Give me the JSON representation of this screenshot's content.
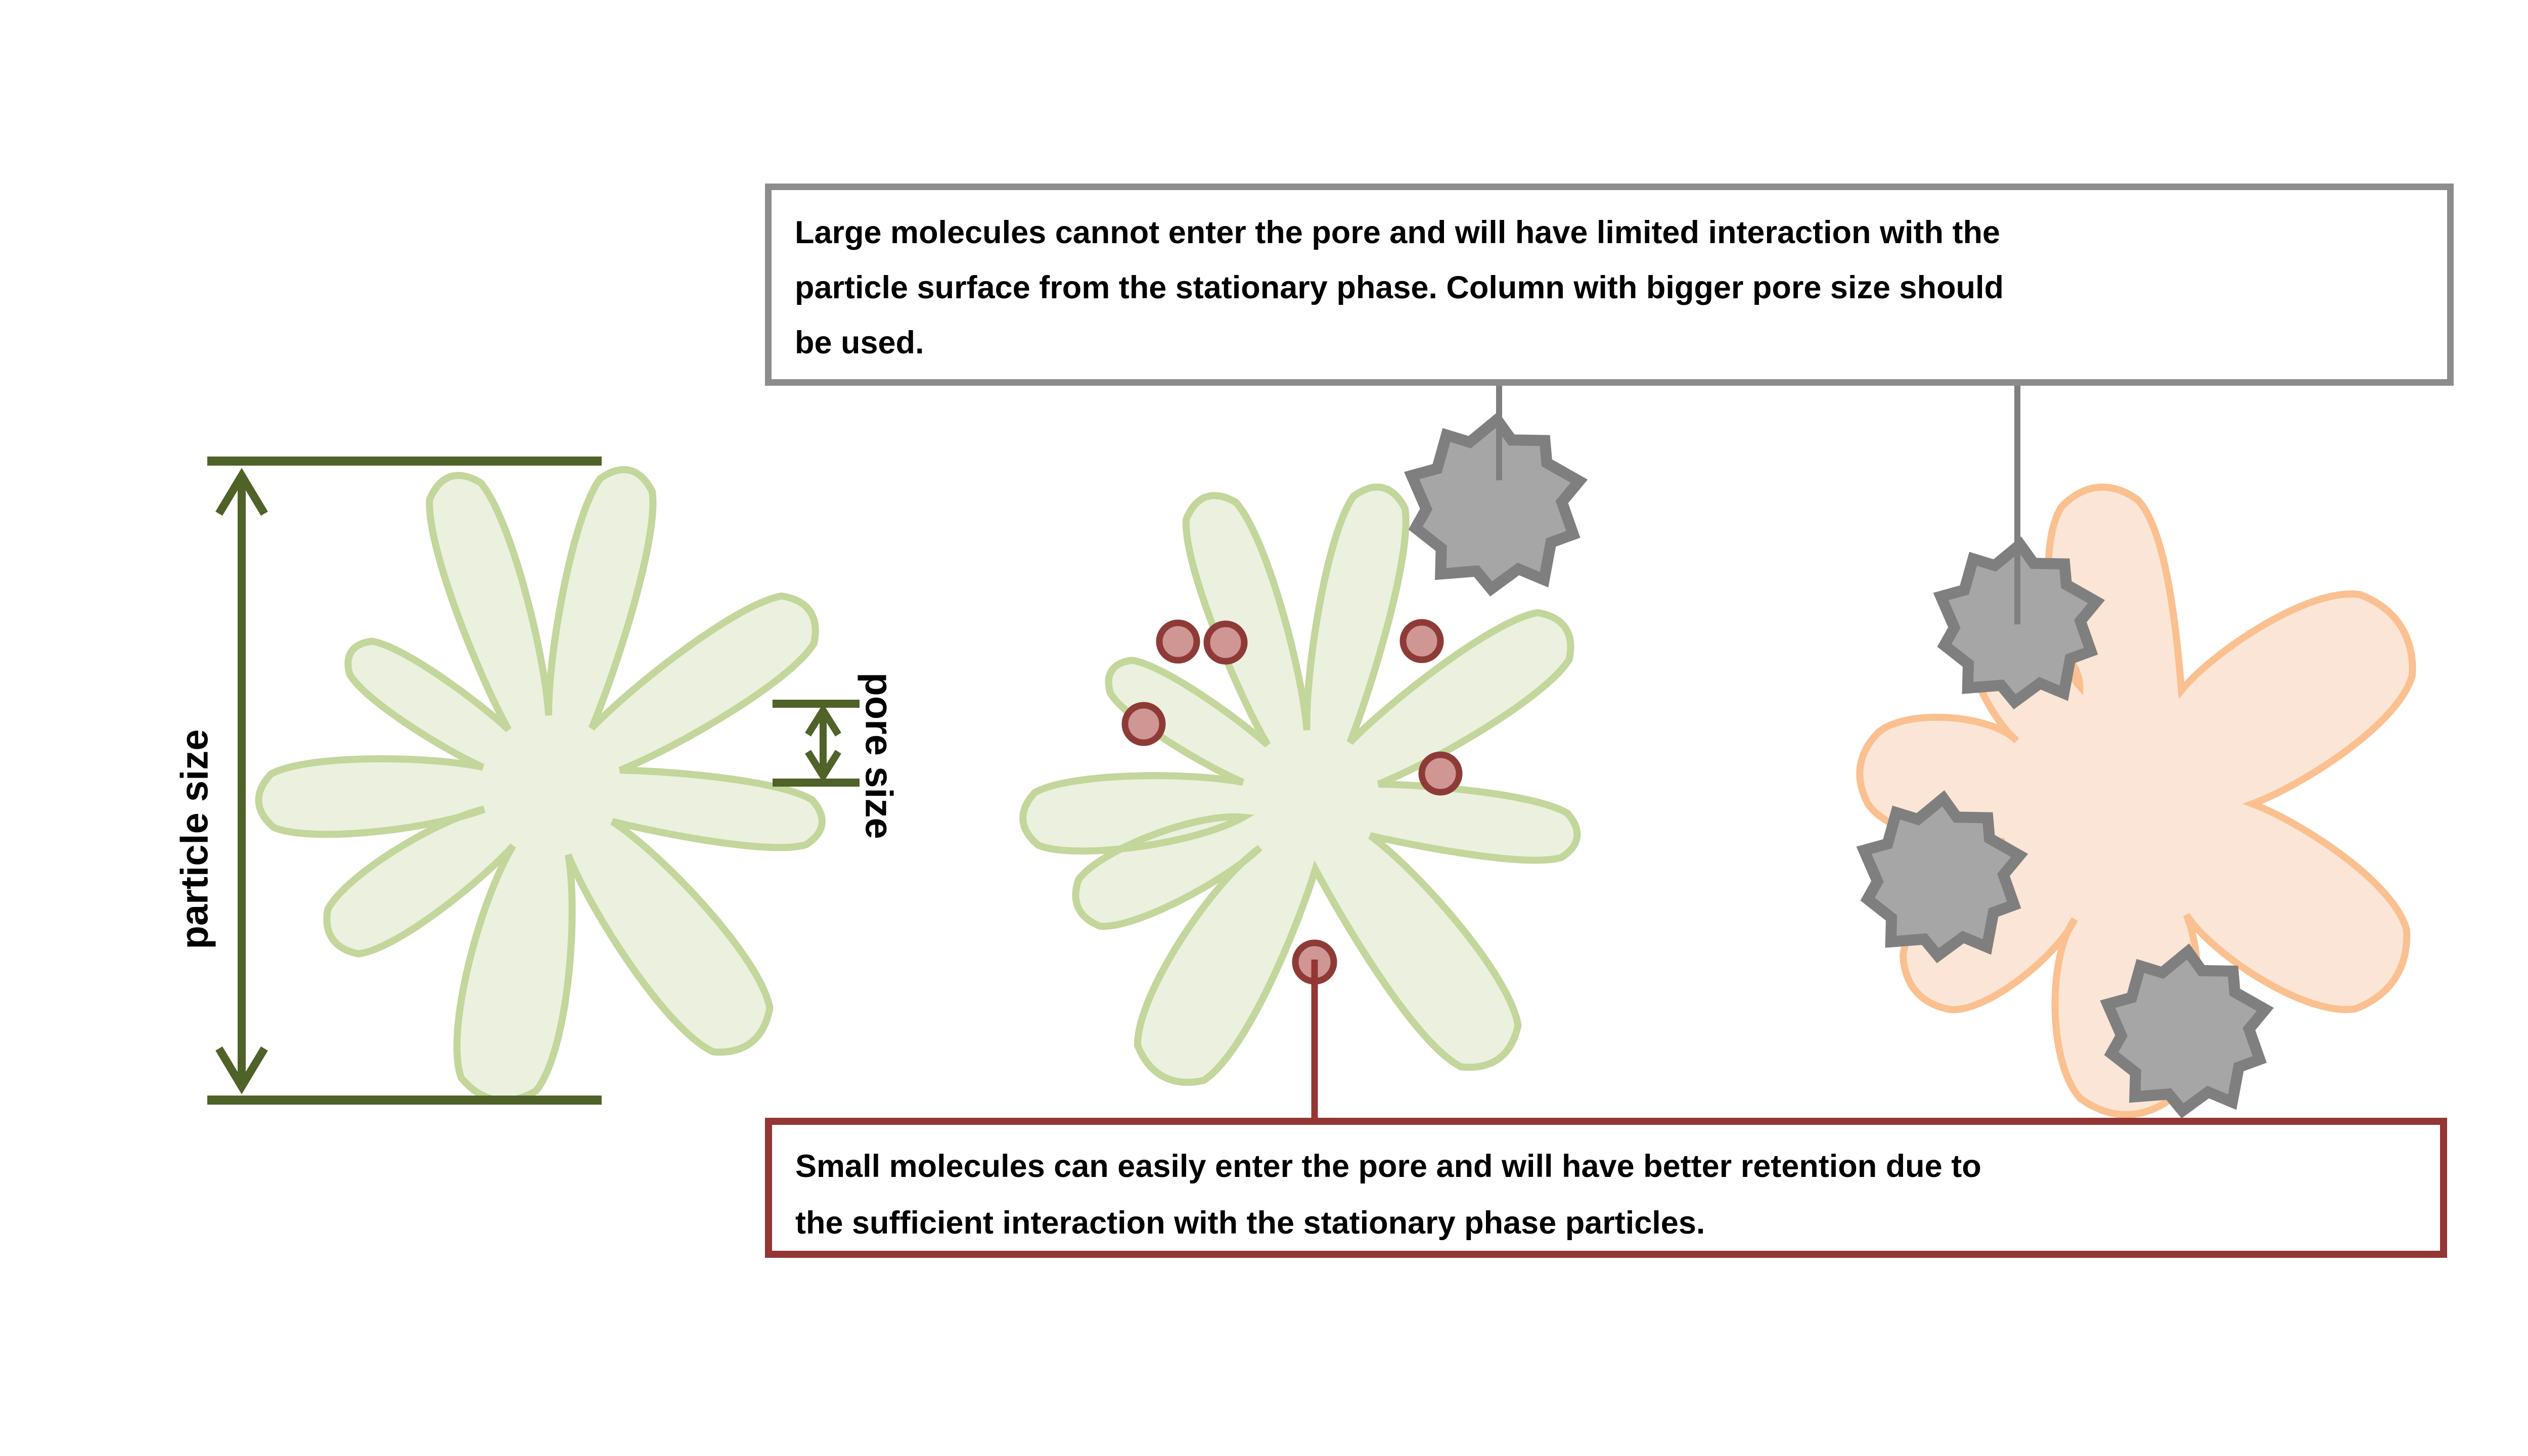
{
  "figure": {
    "top_callout": {
      "text": "Large molecules cannot enter the pore and will have limited interaction with the particle surface from the stationary  phase. Column with bigger pore size should be used.",
      "lines": [
        "Large molecules cannot enter the pore and will have limited interaction with the",
        "particle surface from the stationary  phase. Column with bigger pore size should",
        "be used."
      ]
    },
    "bottom_callout": {
      "text": "Small molecules can easily enter the pore and will have better retention due to the sufficient interaction with the stationary phase particles.",
      "lines": [
        "Small molecules can easily enter the pore and will have better retention due to",
        "the sufficient interaction with the stationary phase particles."
      ]
    },
    "labels": {
      "particle_size": "particle size",
      "pore_size": "pore size"
    },
    "diagram": {
      "particles": [
        {
          "name": "small-pore-particle-annotated",
          "color": "green"
        },
        {
          "name": "small-pore-particle-with-molecules",
          "color": "green"
        },
        {
          "name": "large-pore-particle",
          "color": "orange"
        }
      ],
      "large_molecule_count": 4,
      "small_molecule_count": 6
    },
    "colors": {
      "particle_fill": "#EBF1DE",
      "particle_stroke": "#C3D69B",
      "large_pore_particle_fill": "#FBE5D6",
      "large_pore_particle_stroke": "#FAC090",
      "large_molecule_fill": "#A6A6A6",
      "large_molecule_stroke": "#7F7F7F",
      "small_molecule_fill": "#D09693",
      "small_molecule_stroke": "#8E3B37",
      "dimension_color": "#4F6228",
      "top_callout_border": "#8C8C8C",
      "bottom_callout_border": "#943634",
      "connector_gray": "#7F7F7F",
      "connector_red": "#943634"
    }
  }
}
